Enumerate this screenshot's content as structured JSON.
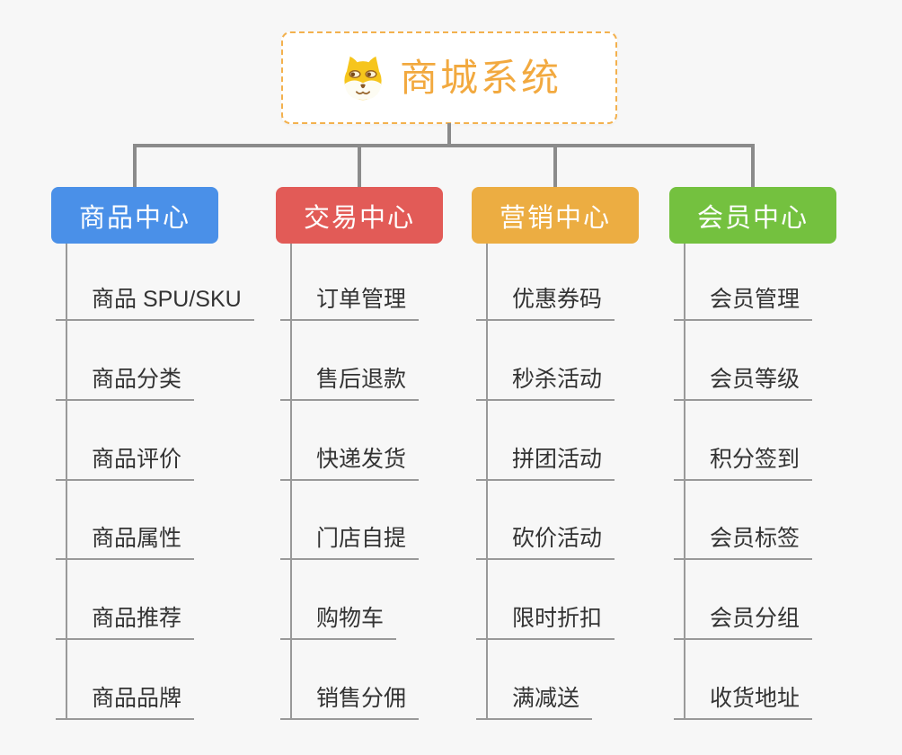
{
  "root": {
    "title": "商城系统",
    "icon": "dog-face",
    "text_color": "#F2A93F",
    "border_color": "#F3B14E"
  },
  "connector_color": "#8B8B8B",
  "branches": [
    {
      "label": "商品中心",
      "color": "#4A90E8",
      "children": [
        "商品 SPU/SKU",
        "商品分类",
        "商品评价",
        "商品属性",
        "商品推荐",
        "商品品牌"
      ]
    },
    {
      "label": "交易中心",
      "color": "#E25B57",
      "children": [
        "订单管理",
        "售后退款",
        "快递发货",
        "门店自提",
        "购物车",
        "销售分佣"
      ]
    },
    {
      "label": "营销中心",
      "color": "#ECAD42",
      "children": [
        "优惠券码",
        "秒杀活动",
        "拼团活动",
        "砍价活动",
        "限时折扣",
        "满减送"
      ]
    },
    {
      "label": "会员中心",
      "color": "#74C13F",
      "children": [
        "会员管理",
        "会员等级",
        "积分签到",
        "会员标签",
        "会员分组",
        "收货地址"
      ]
    }
  ]
}
